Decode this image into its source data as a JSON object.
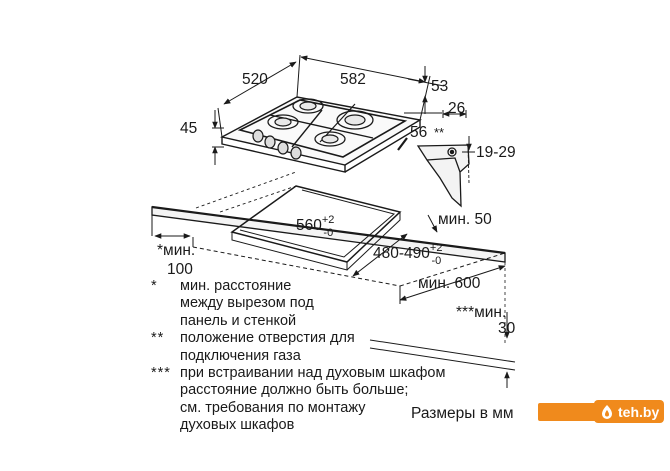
{
  "diagram": {
    "hob_depth": "520",
    "hob_width": "582",
    "top_offset": "53",
    "hob_height": "45",
    "connection_offset": "26",
    "connection_mark": "**",
    "side_height": "56",
    "connection_height": "19-29",
    "cutout_width": "560",
    "cutout_width_tol_plus": "+2",
    "cutout_width_tol_minus": "-0",
    "cutout_depth": "480-490",
    "cutout_depth_tol_plus": "+2",
    "cutout_depth_tol_minus": "-0",
    "min_front": "мин. 50",
    "min_wall_label": "*мин.",
    "min_wall_value": "100",
    "min_depth": "мин. 600",
    "min_oven_label": "***мин.",
    "min_oven_value": "30"
  },
  "notes": [
    {
      "mark": "*",
      "text": "мин. расстояние\nмежду вырезом под\nпанель и стенкой"
    },
    {
      "mark": "**",
      "text": "положение отверстия для\nподключения газа"
    },
    {
      "mark": "***",
      "text": "при встраивании над духовым шкафом\nрасстояние должно быть больше;\nсм. требования по монтажу\nдуховых шкафов"
    }
  ],
  "units_label": "Размеры в мм",
  "brand": {
    "name": "teh.by",
    "color": "#f08a1c"
  }
}
